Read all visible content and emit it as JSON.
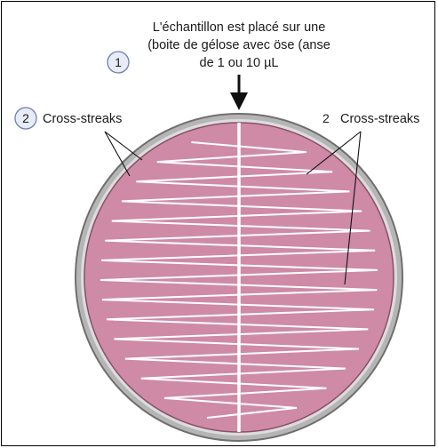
{
  "diagram": {
    "step1": {
      "number": "1",
      "text_lines": [
        "L'échantillon est placé sur une",
        "(boite de gélose avec öse (anse",
        "de 1 ou 10 µL"
      ]
    },
    "step2_left": {
      "number": "2",
      "label": "Cross-streaks"
    },
    "step2_right": {
      "number": "2",
      "label": "Cross-streaks"
    },
    "colors": {
      "agar": "#cf8aa6",
      "agar_shadow": "#b06a86",
      "dish_rim": "#b5b5b5",
      "dish_rim_dark": "#6f6f6f",
      "streak": "#ffffff",
      "badge_fill": "#e7ecf7",
      "badge_stroke": "#6b7fb0"
    }
  }
}
